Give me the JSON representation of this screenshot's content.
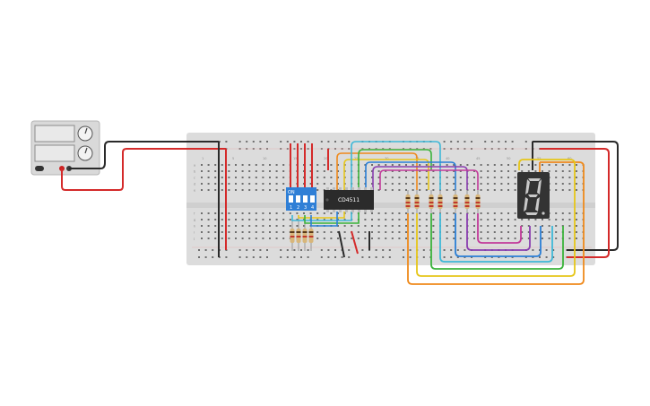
{
  "canvas": {
    "background": "#ffffff"
  },
  "power_supply": {
    "body_color": "#d9d9d9",
    "screen_color": "#e9e9e9",
    "terminal_negative_color": "#3a3a3a",
    "terminal_positive_color": "#cc2222"
  },
  "breadboard": {
    "color": "#dcdcdc",
    "hole_color": "#6e6e6e",
    "column_numbers": [
      "1",
      "5",
      "10",
      "15",
      "20",
      "25",
      "30",
      "35",
      "40",
      "45",
      "50",
      "55",
      "60"
    ],
    "row_letters_top": [
      "a",
      "b",
      "c",
      "d",
      "e"
    ],
    "row_letters_bottom": [
      "f",
      "g",
      "h",
      "i",
      "j"
    ]
  },
  "dip_switch": {
    "color": "#2f7fd6",
    "on_label": "ON",
    "positions": [
      "1",
      "2",
      "3",
      "4"
    ]
  },
  "ic_chip": {
    "label": "CD4511",
    "color": "#2b2b2b"
  },
  "seven_segment_display": {
    "body_color": "#333333",
    "segment_color": "#c9c9c9"
  },
  "wire_colors": {
    "red": "#d42a2a",
    "black": "#2a2a2a",
    "orange": "#ef8a1c",
    "yellow": "#e6c619",
    "green": "#3bb33b",
    "blue": "#2a7fd6",
    "cyan": "#3fb8d8",
    "purple": "#8a3fb0",
    "magenta": "#c23a9a"
  },
  "resistor_colors": {
    "body": "#d8b67a",
    "band": "#c0392b",
    "band_dark": "#5a3a1a"
  }
}
